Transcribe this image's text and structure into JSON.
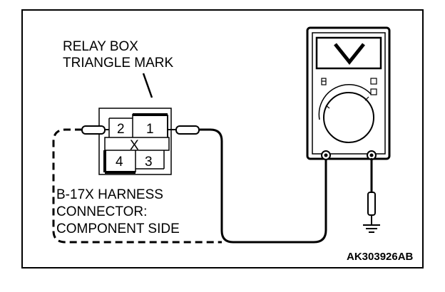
{
  "callout": {
    "line1": "RELAY BOX",
    "line2": "TRIANGLE MARK"
  },
  "connector": {
    "pins": {
      "p1": "1",
      "p2": "2",
      "p3": "3",
      "p4": "4"
    },
    "cross_mark": "X",
    "label_line1": "B-17X HARNESS",
    "label_line2": "CONNECTOR:",
    "label_line3": "COMPONENT SIDE"
  },
  "meter": {
    "display_symbol": "V",
    "display_icon": "voltage-v-icon",
    "ground_icon": "ground-symbol-icon"
  },
  "figure_code": "AK303926AB"
}
